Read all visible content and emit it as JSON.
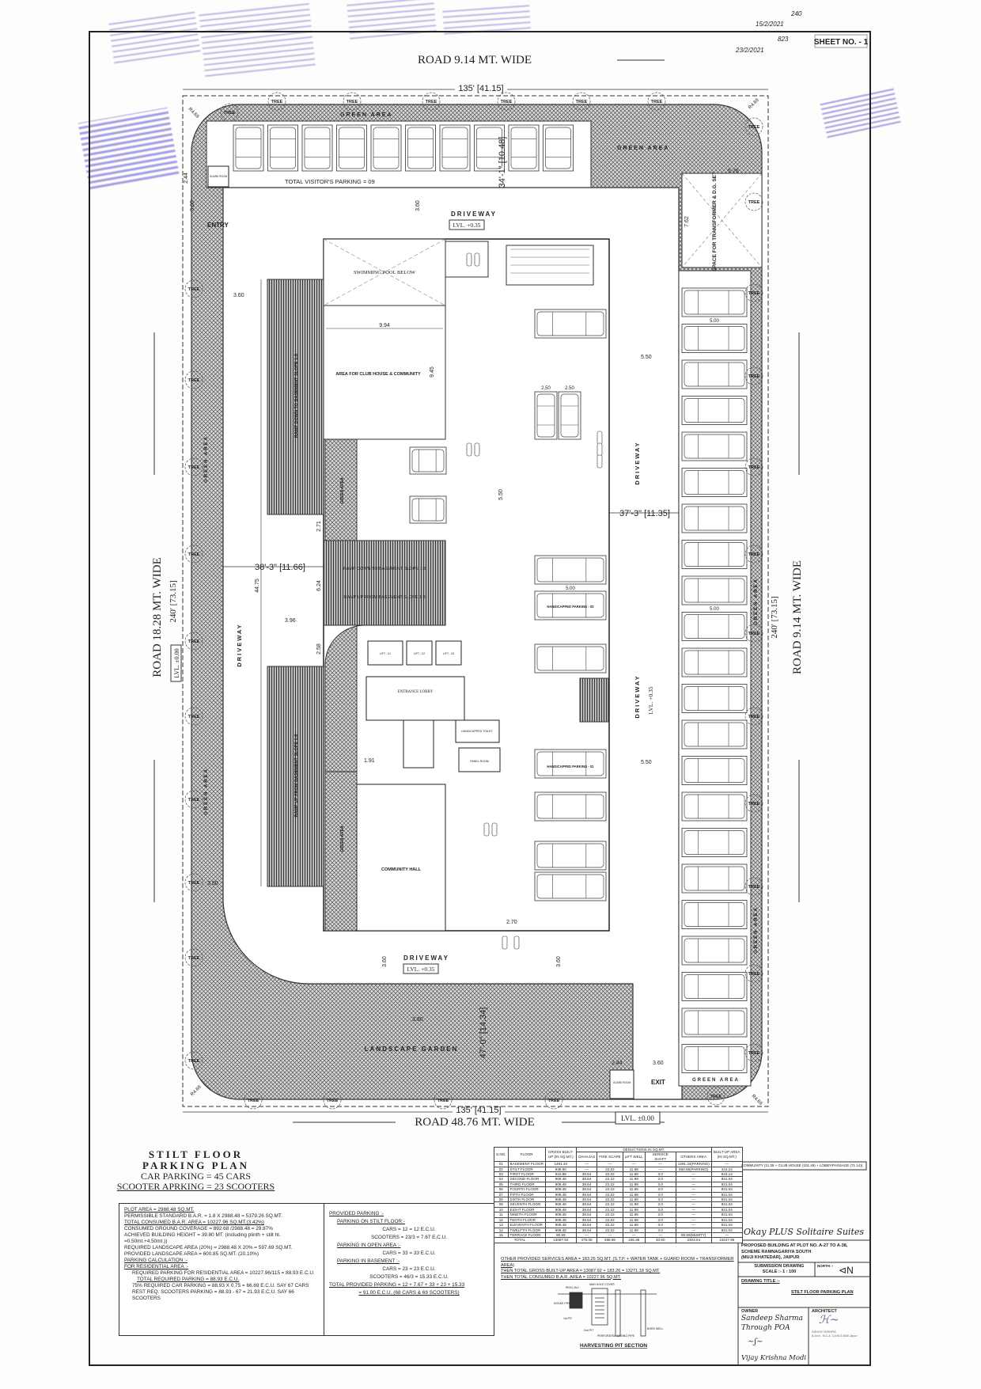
{
  "sheet": {
    "sheet_no": "SHEET NO. - 1",
    "handwritten_marks": [
      "240",
      "15/2/2021",
      "823",
      "23/2/2021"
    ],
    "stamp_text": "Official approval stamps (Hindi)"
  },
  "plan": {
    "road_top": "ROAD 9.14 MT. WIDE",
    "road_bottom": "ROAD 48.76 MT. WIDE",
    "road_left": "ROAD 18.28 MT. WIDE",
    "road_right": "ROAD 9.14 MT. WIDE",
    "width_dim": "135' [41.15]",
    "length_dim": "240' [73.15]",
    "lvl_zero": "LVL. ±0.00",
    "lvl_plus": "LVL. +0.35",
    "driveway": "DRIVEWAY",
    "entry": "ENTRY",
    "exit": "EXIT",
    "guard_room": "GUARD ROOM",
    "green_area": "GREEN AREA",
    "landscape_garden": "LANDSCAPE GARDEN",
    "tree": "TREE",
    "radius": "R4.69",
    "visitor_parking": "TOTAL VISITOR'S PARKING = 09",
    "transformer": "SPACE FOR TRANSFORMER & D.G. SET",
    "swimming_pool": "SWIMMING POOL BELOW",
    "club_house": "AREA FOR CLUB HOUSE & COMMUNITY",
    "community_hall": "COMMUNITY HALL",
    "entrance_lobby": "ENTRANCE LOBBY",
    "ramp_down": "RAMP DOWN TO BASEMENT SLOPE 1:8",
    "ramp_up": "RAMP UP FROM BASEMENT SLOPE 1:8",
    "hc_parking_1": "HANDICAPPED PARKING - 01",
    "hc_parking_2": "HANDICAPPED PARKING - 02",
    "hc_toilet": "HANDICAPPED TOILET",
    "panel_room": "PANEL ROOM",
    "lifts": [
      "LIFT - 01",
      "LIFT - 02",
      "LIFT - 03"
    ],
    "dims": {
      "d_10_48": "34'-1\" [10.48]",
      "d_11_66": "38'-3\" [11.66]",
      "d_11_35": "37'-3\" [11.35]",
      "d_14_34": "47'-0\" [14.34]",
      "d_44_75": "44.75",
      "d_3_60": "3.60",
      "d_9_94": "9.94",
      "d_9_45": "9.45",
      "d_5_50": "5.50",
      "d_5_00": "5.00",
      "d_2_50": "2.50",
      "d_2_44": "2.44",
      "d_7_62": "7.62",
      "d_3_96": "3.96",
      "d_2_71": "2.71",
      "d_6_24": "6.24",
      "d_2_58": "2.58",
      "d_1_91": "1.91",
      "d_2_70": "2.70",
      "d_3_80": "3.80",
      "d_5_76": "5.76"
    }
  },
  "summary": {
    "title_1": "STILT FLOOR",
    "title_2": "PARKING PLAN",
    "car_parking": "CAR PARKING = 45 CARS",
    "scooter_parking": "SCOOTER APRKING = 23 SCOOTERS"
  },
  "notes": [
    {
      "text": "PLOT AREA = 2988.48 SQ.MT.",
      "style": "u"
    },
    {
      "text": "PERMISSIBLE STANDARD B.A.R. = 1.8 X 2988.48 = 5379.26 SQ.MT.",
      "style": ""
    },
    {
      "text": "TOTAL CONSUMED B.A.R. AREA = 10227.96 SQ.MT.(3.42%)",
      "style": "u"
    },
    {
      "text": "CONSUMED GROUND COVERAGE = 892.68 /2988.48 = 29.87%",
      "style": ""
    },
    {
      "text": "ACHIEVED BUILDING HEIGHT = 39.80 MT. (including plinth + stilt ht. =0.50mt.+4.50mt.))",
      "style": ""
    },
    {
      "text": "REQUIRED LANDSCAPE AREA (20%) = 2988.48 X 20% = 597.69 SQ.MT.",
      "style": ""
    },
    {
      "text": "PROVIDED LANDSCAPE AREA = 600.85 SQ.MT. (20.10%)",
      "style": ""
    },
    {
      "text": "PARKING CALCULATION :-",
      "style": "u"
    },
    {
      "text": "FOR RESIDENTIAL AREA :-",
      "style": "u"
    },
    {
      "text": "REQUIRED PARKING FOR RESIDENTIAL AREA = 10227.96/115 = 88.93 E.C.U.",
      "style": "ind1"
    },
    {
      "text": "TOTAL REQUIRED PARKING = 88.93 E.C.U.",
      "style": "u ind2"
    },
    {
      "text": "75% REQUIRED CAR PARKING = 88.93 X 0.75 = 66.69 E.C.U. SAY 67 CARS",
      "style": "ind1"
    },
    {
      "text": "REST REQ. SCOOTERS PARKING = 88.93 - 67 = 21.93 E.C.U. SAY 66 SCOOTERS",
      "style": "ind1"
    }
  ],
  "provided": [
    {
      "text": "PROVIDED PARKING :-",
      "style": "u"
    },
    {
      "text": "PARKING ON STILT FLOOR:-",
      "style": "u ind1"
    },
    {
      "text": "CARS = 12 = 12 E.C.U.",
      "style": "ctr"
    },
    {
      "text": "SCOOTERS = 23/3 = 7.67 E.C.U.",
      "style": "ctr"
    },
    {
      "text": "PARKING IN OPEN AREA :-",
      "style": "u ind1"
    },
    {
      "text": "CARS = 33 = 33 E.C.U.",
      "style": "ctr"
    },
    {
      "text": "PARKING IN BASEMENT :-",
      "style": "u ind1"
    },
    {
      "text": "CARS = 23 = 23 E.C.U.",
      "style": "ctr"
    },
    {
      "text": "SCOOTERS = 46/3 = 15.33 E.C.U.",
      "style": "ctr"
    },
    {
      "text": "TOTAL PROVIDED PARKING = 12 + 7.67 + 33 + 23 + 15.33",
      "style": "u"
    },
    {
      "text": "= 91.00 E.C.U. (68 CARS & 69 SCOOTERS)",
      "style": "u ctr"
    }
  ],
  "area_table": {
    "headers": [
      "S.NO.",
      "FLOOR",
      "GROSS BUILT-UP (IN SQ.MT.)",
      "DEDUCTIONS IN SQ.MT.",
      "BUILT-UP AREA (IN SQ.MT.)"
    ],
    "sub_headers": [
      "CHHAJAS",
      "FIRE SCAPE",
      "LIFT WELL",
      "SERVICE SHAFT",
      "OTHERS AREA"
    ],
    "rows": [
      [
        "01",
        "BASEMENT FLOOR",
        "1491.34",
        "—",
        "—",
        "—",
        "—",
        "1491.34(PARKING)",
        "—"
      ],
      [
        "02",
        "STILT FLOOR",
        "938.90",
        "—",
        "22.22",
        "11.88",
        "—",
        "660.56(PARKING)",
        "244.24"
      ],
      [
        "03",
        "FIRST FLOOR",
        "918.88",
        "38.64",
        "22.22",
        "11.88",
        "3.0",
        "—",
        "843.14"
      ],
      [
        "04",
        "SECOND FLOOR",
        "908.48",
        "38.64",
        "22.22",
        "11.88",
        "3.0",
        "—",
        "831.04"
      ],
      [
        "05",
        "THIRD FLOOR",
        "908.48",
        "38.64",
        "22.22",
        "11.88",
        "3.0",
        "—",
        "831.04"
      ],
      [
        "06",
        "FOURTH FLOOR",
        "908.48",
        "38.64",
        "22.22",
        "11.88",
        "3.0",
        "—",
        "831.04"
      ],
      [
        "07",
        "FIFTH FLOOR",
        "908.48",
        "38.64",
        "22.22",
        "11.88",
        "3.0",
        "—",
        "831.04"
      ],
      [
        "08",
        "SIXTH FLOOR",
        "908.48",
        "38.64",
        "22.22",
        "11.88",
        "3.0",
        "—",
        "831.04"
      ],
      [
        "09",
        "SEVENTH FLOOR",
        "908.48",
        "38.64",
        "22.22",
        "11.88",
        "3.0",
        "—",
        "831.04"
      ],
      [
        "10",
        "EIGHT FLOOR",
        "908.48",
        "38.64",
        "22.22",
        "11.88",
        "3.0",
        "—",
        "831.04"
      ],
      [
        "11",
        "NINETH FLOOR",
        "908.48",
        "38.64",
        "22.22",
        "11.88",
        "3.0",
        "—",
        "831.04"
      ],
      [
        "12",
        "TENTH FLOOR",
        "908.48",
        "38.64",
        "22.22",
        "11.88",
        "3.0",
        "—",
        "831.04"
      ],
      [
        "13",
        "ELEVENTH FLOOR",
        "908.48",
        "38.64",
        "22.22",
        "11.88",
        "3.0",
        "—",
        "831.04"
      ],
      [
        "14",
        "TWELFTH FLOOR",
        "908.48",
        "38.64",
        "22.22",
        "11.88",
        "3.0",
        "—",
        "831.04"
      ],
      [
        "15",
        "TERRACE FLOOR",
        "80.59",
        "—",
        "—",
        "—",
        "—",
        "80.59(MUMTY)",
        "—"
      ]
    ],
    "total": [
      "TOTAL",
      "13087.92",
      "475.08",
      "288.86",
      "155.38",
      "40.50",
      "2303.04",
      "10227.96"
    ],
    "notes": [
      "OTHER PROVIDED SERVICES AREA = 183.26 SQ.MT. (S.T.P. + WATER TANK + GUARD ROOM + TRANSFORMER AREA)",
      "THEN TOTAL GROSS BUILT-UP AREA = 13087.92 + 183.26 = 13271.18 SQ.MT.",
      "THEN TOTAL CONSUMED B.A.R. AREA = 10227.96 SQ.MT."
    ],
    "side_note": "COMMUNITY (11.38 + CLUB HOUSE (101.49) + LOBBY/PASSAGE (71.14))"
  },
  "harvesting": {
    "title": "HARVESTING PIT SECTION",
    "labels": [
      "IRON JALI",
      "MAN HOLE COVER",
      "INTAKE PIPE",
      "1st PIT",
      "2nd PIT",
      "PERFORATED CASING PIPE",
      "BORE WELL"
    ]
  },
  "title_block": {
    "project_name": "Okay PLUS Solitaire Suites",
    "address_1": "PROPOSED BUILDING AT PLOT NO. A-27 TO A-38,",
    "address_2": "SCHEME RAMNAGARIYA SOUTH",
    "address_3": "(MUJI KHATEDAR), JAIPUR",
    "submission": "SUBMISSION DRAWING",
    "scale": "SCALE :- 1 : 100",
    "north_label": "NORTH :-",
    "north_letter": "N",
    "drawing_title_label": "DRAWING TITLE :-",
    "drawing_title": "STILT FLOOR PARKING PLAN",
    "owner_label": "OWNER",
    "owner_name": "Sandeep Sharma",
    "owner_through": "Through POA",
    "owner_poa": "Vijay Krishna Modi",
    "architect_label": "ARCHITECT",
    "architect_name": "ASHOK MISHRA",
    "architect_details": "B.Arch., M.C.A. CA/91/13658 Jaipur"
  },
  "colors": {
    "line": "#222222",
    "stamp": "#4a3fb8",
    "hatch": "#555555"
  }
}
